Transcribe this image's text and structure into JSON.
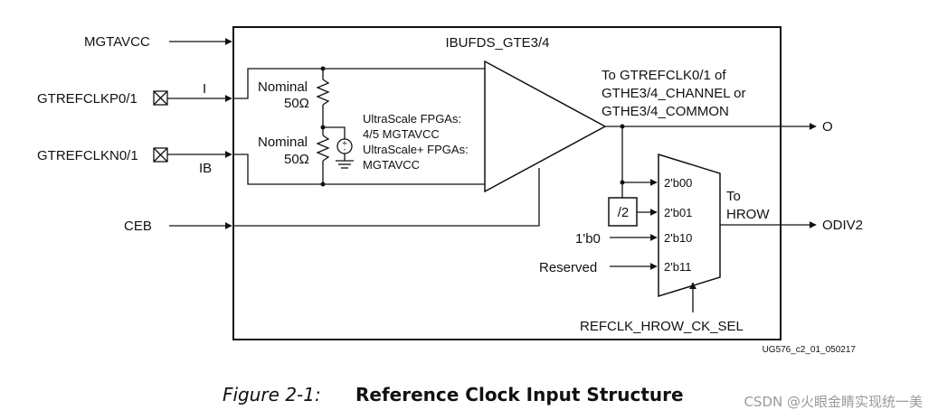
{
  "block_title": "IBUFDS_GTE3/4",
  "inputs": {
    "mgtavcc": "MGTAVCC",
    "clkp": "GTREFCLKP0/1",
    "clkn": "GTREFCLKN0/1",
    "ceb": "CEB"
  },
  "labels": {
    "i": "I",
    "ib": "IB",
    "nominal_top": "Nominal",
    "ohm_top": "50Ω",
    "nominal_bottom": "Nominal",
    "ohm_bottom": "50Ω",
    "vref_line1": "UltraScale FPGAs:",
    "vref_line2": "4/5 MGTAVCC",
    "vref_line3": "UltraScale+ FPGAs:",
    "vref_line4": "MGTAVCC",
    "dest_line1": "To GTREFCLK0/1 of",
    "dest_line2": "GTHE3/4_CHANNEL or",
    "dest_line3": "GTHE3/4_COMMON",
    "div2": "/2",
    "mux_in0": "2'b00",
    "mux_in1": "2'b01",
    "mux_in2": "2'b10",
    "mux_in3": "2'b11",
    "const_1b0": "1'b0",
    "reserved": "Reserved",
    "to": "To",
    "hrow": "HROW",
    "sel": "REFCLK_HROW_CK_SEL",
    "doc_id": "UG576_c2_01_050217"
  },
  "outputs": {
    "o": "O",
    "odiv2": "ODIV2"
  },
  "caption": {
    "number": "Figure 2-1:",
    "title": "Reference Clock Input Structure"
  },
  "watermark": "CSDN @火眼金睛实现统一美"
}
